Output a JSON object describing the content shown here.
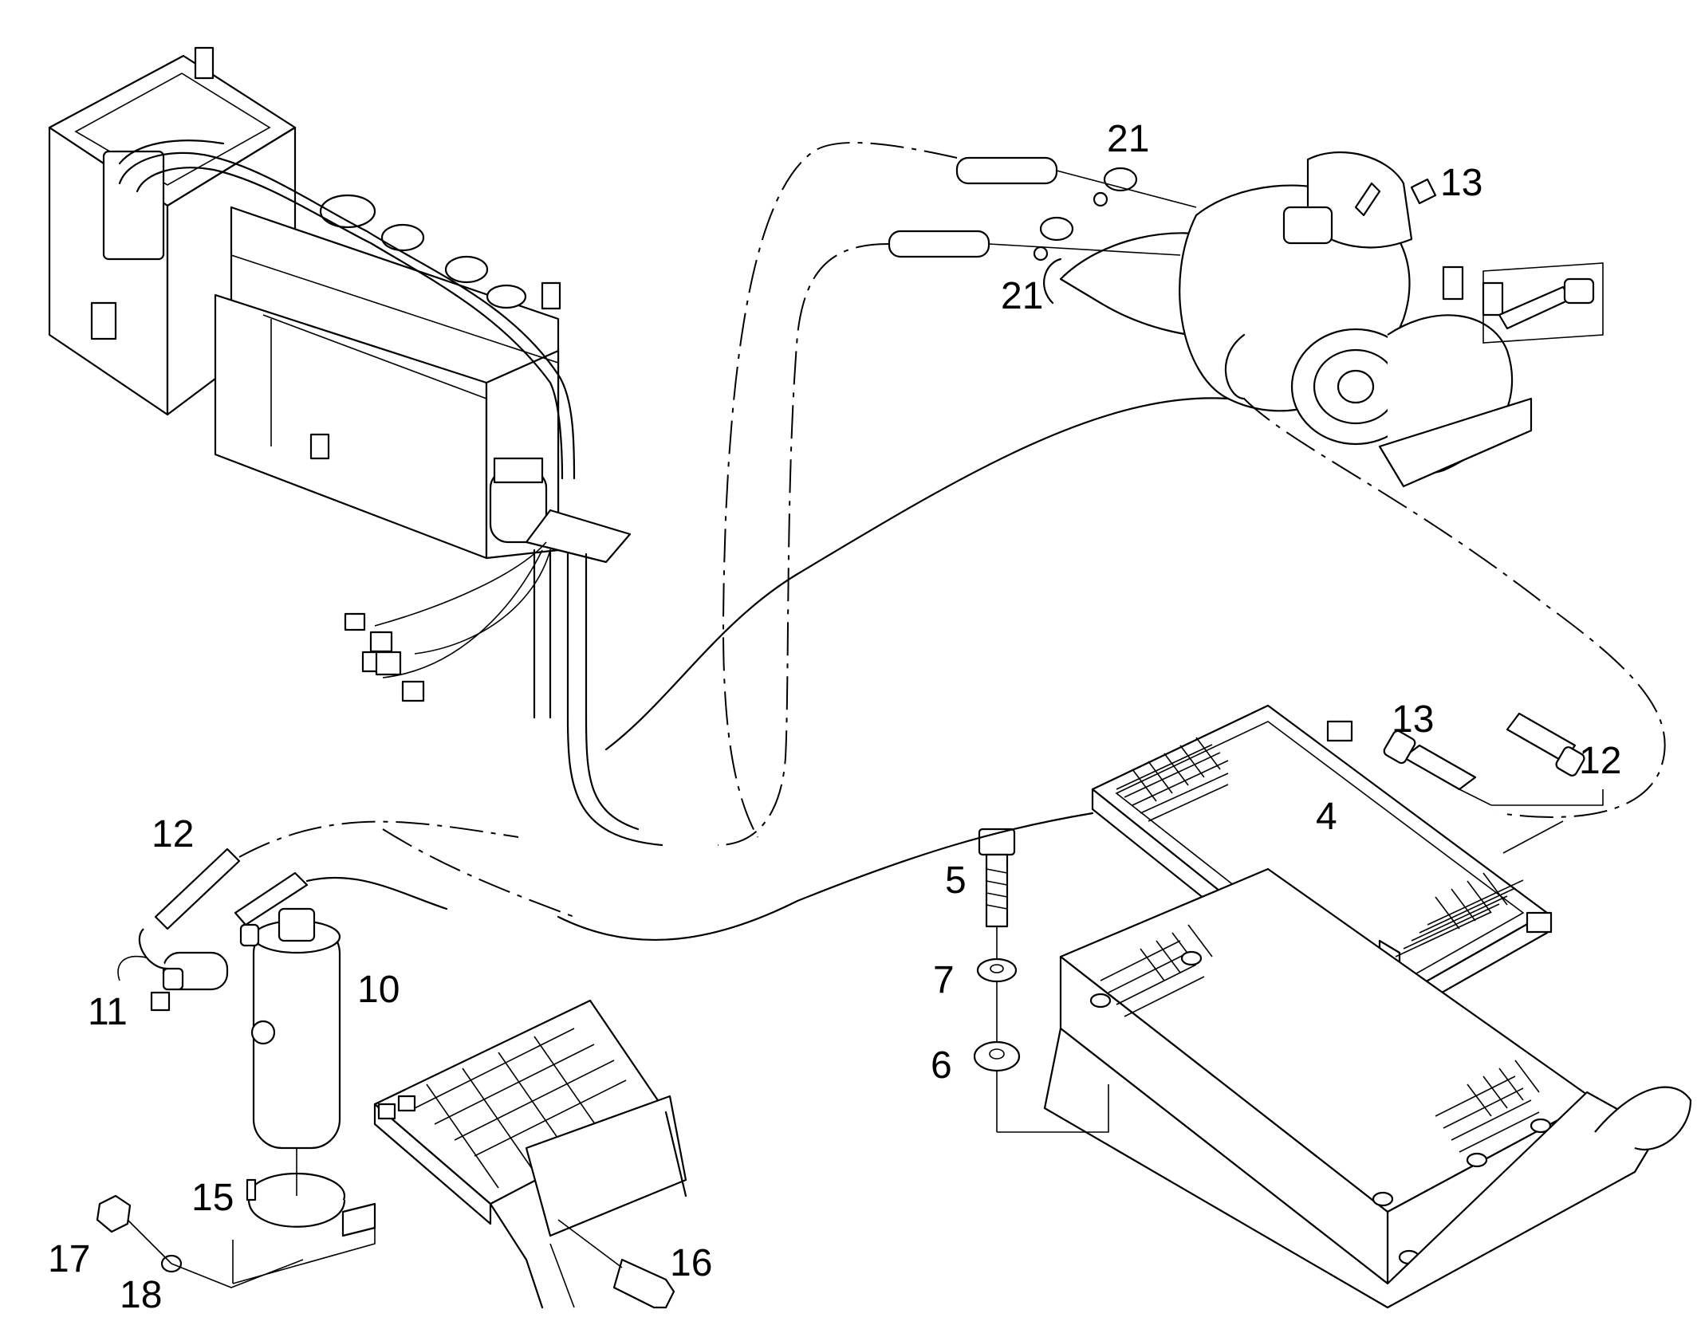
{
  "diagram": {
    "callouts": [
      {
        "id": "c21a",
        "text": "21"
      },
      {
        "id": "c13a",
        "text": "13"
      },
      {
        "id": "c21b",
        "text": "21"
      },
      {
        "id": "c13b",
        "text": "13"
      },
      {
        "id": "c12a",
        "text": "12"
      },
      {
        "id": "c4",
        "text": "4"
      },
      {
        "id": "c12b",
        "text": "12"
      },
      {
        "id": "c5",
        "text": "5"
      },
      {
        "id": "c10",
        "text": "10"
      },
      {
        "id": "c7",
        "text": "7"
      },
      {
        "id": "c11",
        "text": "11"
      },
      {
        "id": "c6",
        "text": "6"
      },
      {
        "id": "c15",
        "text": "15"
      },
      {
        "id": "c17",
        "text": "17"
      },
      {
        "id": "c16",
        "text": "16"
      },
      {
        "id": "c18",
        "text": "18"
      }
    ]
  }
}
